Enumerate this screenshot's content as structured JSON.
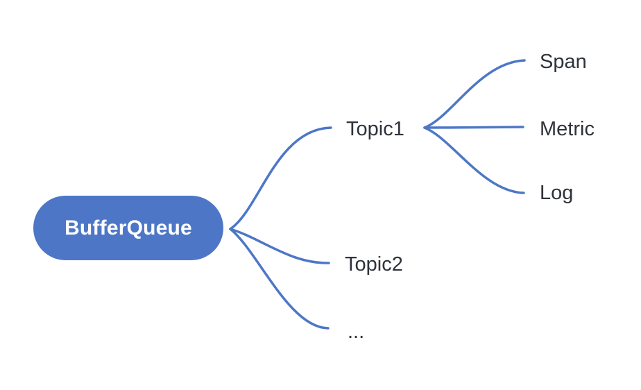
{
  "mindmap": {
    "root": {
      "label": "BufferQueue"
    },
    "branches": [
      {
        "label": "Topic1",
        "children": [
          {
            "label": "Span"
          },
          {
            "label": "Metric"
          },
          {
            "label": "Log"
          }
        ]
      },
      {
        "label": "Topic2",
        "children": []
      },
      {
        "label": "...",
        "children": []
      }
    ],
    "colors": {
      "node_fill": "#4d77c6",
      "connector": "#4d77c6",
      "root_text": "#ffffff",
      "label_text": "#2e323a",
      "background": "#ffffff"
    }
  }
}
